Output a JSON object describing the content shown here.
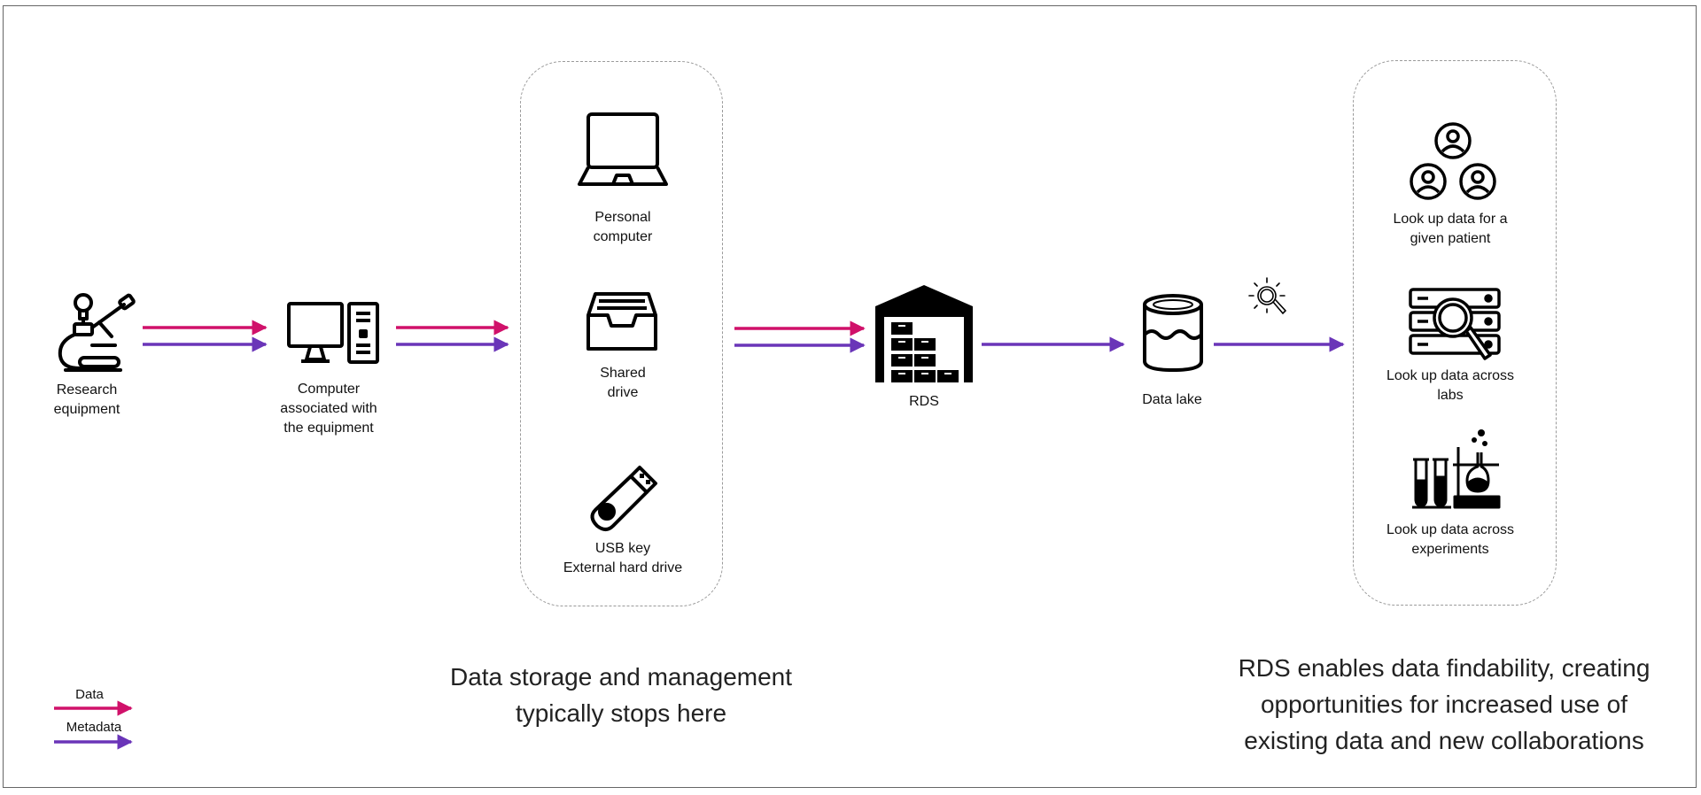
{
  "nodes": {
    "research_equipment": "Research\nequipment",
    "computer": "Computer\nassociated with\nthe equipment",
    "personal_computer": "Personal\ncomputer",
    "shared_drive": "Shared\ndrive",
    "usb": "USB key\nExternal hard drive",
    "rds": "RDS",
    "data_lake": "Data lake",
    "patient": "Look up data for a\ngiven patient",
    "labs": "Look up data across\nlabs",
    "experiments": "Look up data across\nexperiments"
  },
  "captions": {
    "left": "Data storage and management\ntypically stops here",
    "right": "RDS enables data findability, creating\nopportunities for increased use of\nexisting data and new collaborations"
  },
  "legend": {
    "data": "Data",
    "metadata": "Metadata"
  },
  "colors": {
    "data": "#d0116a",
    "metadata": "#6a35b8"
  }
}
